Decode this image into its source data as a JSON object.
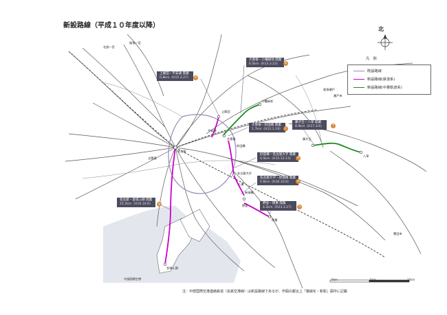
{
  "title": "新設路線（平成１０年度以降）",
  "north_label": "北",
  "legend": {
    "heading": "凡　例",
    "items": [
      {
        "label": "既設路線",
        "color": "#9a86b8"
      },
      {
        "label": "新設路線(鉄道系)",
        "color": "#c800c8"
      },
      {
        "label": "新設路線(中量軌道系)",
        "color": "#1a8a1a"
      }
    ]
  },
  "callouts": [
    {
      "id": "a",
      "title": "上飯田・平安通 開業",
      "stat": "0.8km（H15.3.27）"
    },
    {
      "id": "b",
      "title": "大曽根・小幡緑地 開業",
      "stat": "6.5km（H13.3.23）"
    },
    {
      "id": "c",
      "title": "大曽根・砂田橋 開業",
      "stat": "1.7km（H12.1.19）"
    },
    {
      "id": "d",
      "title": "砂田橋・名古屋大学 開業",
      "stat": "4.5km（H15.12.13）"
    },
    {
      "id": "e",
      "title": "名古屋大学・新瑞橋 開業",
      "stat": "5.6km（H16.10.6）"
    },
    {
      "id": "f",
      "title": "藤が丘・八草 開業",
      "stat": "8.9km（H17.3.6）"
    },
    {
      "id": "g",
      "title": "名古屋・金城ふ頭 開業",
      "stat": "15.2km（H16.10.6）"
    },
    {
      "id": "h",
      "title": "野並・徳重 開業",
      "stat": "4.2km（H23.3.27）"
    }
  ],
  "stations": [
    "名鉄一宮",
    "尾張一宮",
    "太閤通",
    "名古屋",
    "上飯田",
    "平安通",
    "大曽根",
    "小幡緑地",
    "砂田橋",
    "名古屋大学",
    "新瑞橋",
    "八事",
    "野並",
    "徳重",
    "藤が丘",
    "八草",
    "金城ふ頭",
    "瀬戸市",
    "尾張瀬戸",
    "豊田市",
    "中部国際空港"
  ],
  "note": "注：中部国際空港連絡鉄道（名鉄空港線）は新設路線であるが、作図の都合上「複線化・新駅」図中に記載",
  "scale": {
    "labels": [
      "0km",
      "5km",
      "10km"
    ]
  }
}
